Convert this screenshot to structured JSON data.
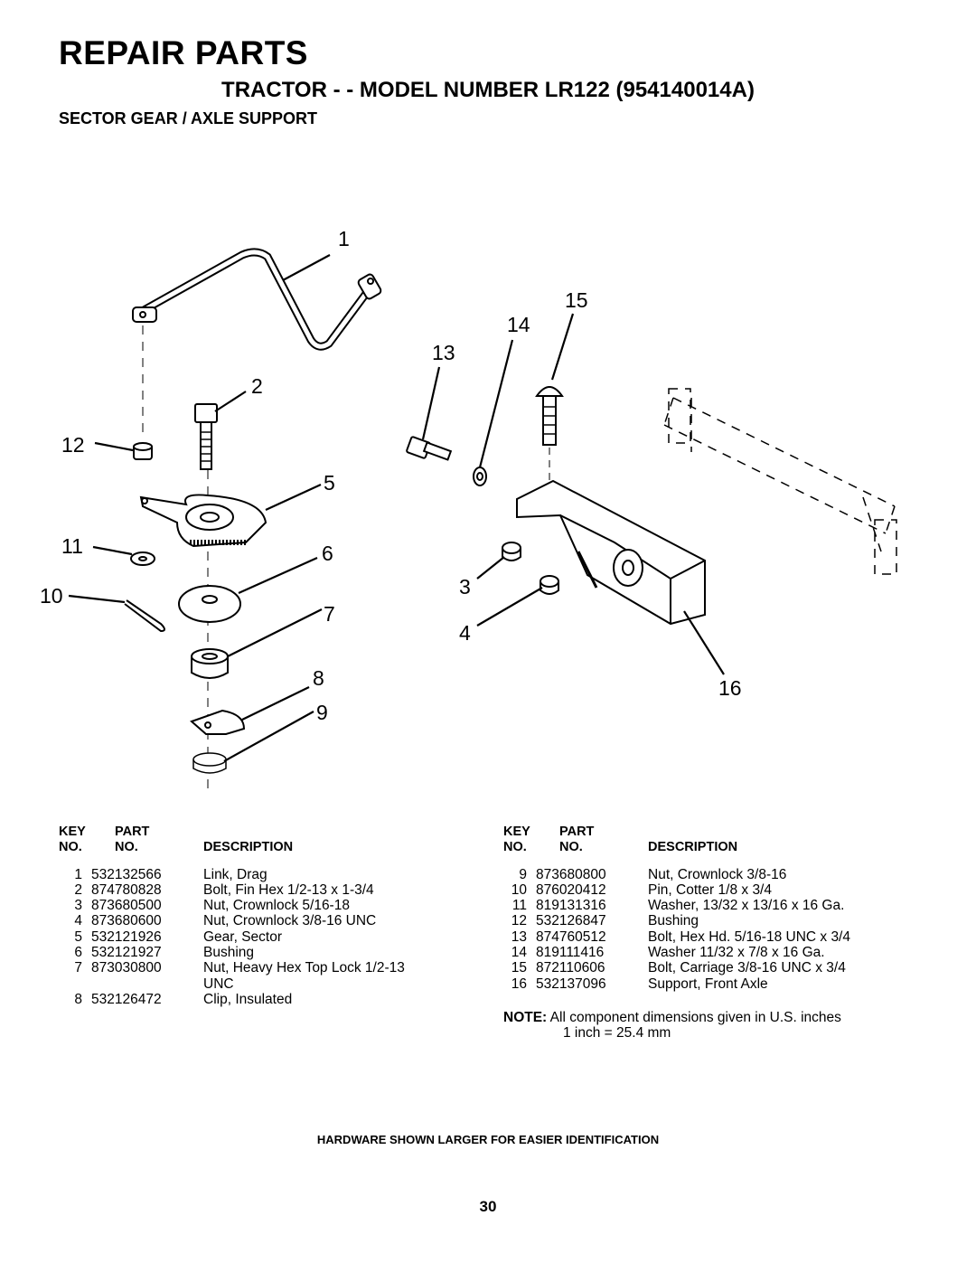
{
  "header": {
    "title": "REPAIR PARTS",
    "subtitle": "TRACTOR - - MODEL NUMBER LR122 (954140014A)",
    "section": "SECTOR GEAR / AXLE SUPPORT"
  },
  "callouts": [
    "1",
    "2",
    "3",
    "4",
    "5",
    "6",
    "7",
    "8",
    "9",
    "10",
    "11",
    "12",
    "13",
    "14",
    "15",
    "16"
  ],
  "table_headers": {
    "key": "KEY",
    "part": "PART",
    "no": "NO.",
    "no2": "NO.",
    "description": "DESCRIPTION"
  },
  "parts_left": [
    {
      "key": "1",
      "part": "532132566",
      "desc": "Link, Drag"
    },
    {
      "key": "2",
      "part": "874780828",
      "desc": "Bolt, Fin Hex 1/2-13 x 1-3/4"
    },
    {
      "key": "3",
      "part": "873680500",
      "desc": "Nut, Crownlock 5/16-18"
    },
    {
      "key": "4",
      "part": "873680600",
      "desc": "Nut, Crownlock 3/8-16 UNC"
    },
    {
      "key": "5",
      "part": "532121926",
      "desc": "Gear, Sector"
    },
    {
      "key": "6",
      "part": "532121927",
      "desc": "Bushing"
    },
    {
      "key": "7",
      "part": "873030800",
      "desc": "Nut, Heavy Hex Top Lock 1/2-13"
    },
    {
      "key": "",
      "part": "",
      "desc": "UNC"
    },
    {
      "key": "8",
      "part": "532126472",
      "desc": "Clip, Insulated"
    }
  ],
  "parts_right": [
    {
      "key": "9",
      "part": "873680800",
      "desc": "Nut, Crownlock 3/8-16"
    },
    {
      "key": "10",
      "part": "876020412",
      "desc": "Pin, Cotter 1/8 x 3/4"
    },
    {
      "key": "11",
      "part": "819131316",
      "desc": "Washer, 13/32 x 13/16 x 16 Ga."
    },
    {
      "key": "12",
      "part": "532126847",
      "desc": "Bushing"
    },
    {
      "key": "13",
      "part": "874760512",
      "desc": "Bolt, Hex Hd. 5/16-18 UNC x 3/4"
    },
    {
      "key": "14",
      "part": "819111416",
      "desc": "Washer 11/32 x 7/8 x 16 Ga."
    },
    {
      "key": "15",
      "part": "872110606",
      "desc": "Bolt, Carriage 3/8-16 UNC x 3/4"
    },
    {
      "key": "16",
      "part": "532137096",
      "desc": "Support, Front Axle"
    }
  ],
  "note": {
    "label": "NOTE:",
    "line1": "All component dimensions given in U.S. inches",
    "line2": "1 inch = 25.4 mm"
  },
  "footnote": "HARDWARE SHOWN LARGER FOR EASIER IDENTIFICATION",
  "page_number": "30"
}
